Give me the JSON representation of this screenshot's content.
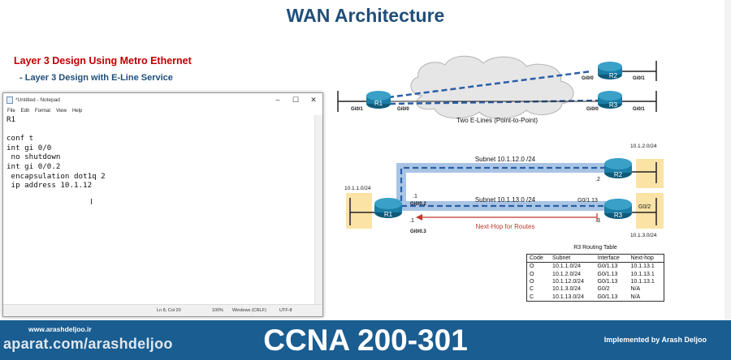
{
  "slide": {
    "title": "WAN Architecture",
    "heading1": "Layer 3 Design Using Metro Ethernet",
    "heading2": "- Layer 3 Design with E-Line Service"
  },
  "notepad": {
    "title": "*Untitled - Notepad",
    "controls": {
      "minimize": "–",
      "maximize": "☐",
      "close": "✕"
    },
    "menu": [
      "File",
      "Edit",
      "Format",
      "View",
      "Help"
    ],
    "lines": [
      "R1",
      "",
      "conf t",
      "int gi 0/0",
      " no shutdown",
      "int gi 0/0.2",
      " encapsulation dot1q 2",
      " ip address 10.1.12"
    ],
    "status": {
      "position": "Ln 8, Col 20",
      "zoom": "100%",
      "eol": "Windows (CRLF)",
      "encoding": "UTF-8"
    }
  },
  "diagram_top": {
    "r1": "R1",
    "r2": "R2",
    "r3": "R3",
    "r1_gi01": "Gi0/1",
    "r1_gi00": "Gi0/0",
    "r2_gi00": "Gi0/0",
    "r2_gi01": "Gi0/1",
    "r3_gi00": "Gi0/0",
    "r3_gi01": "Gi0/1",
    "caption": "Two E-Lines (Point-to-Point)"
  },
  "diagram_bottom": {
    "r1": "R1",
    "r2": "R2",
    "r3": "R3",
    "subnet_a": "Subnet 10.1.12.0 /24",
    "subnet_b": "Subnet 10.1.13.0 /24",
    "lan_r1": "10.1.1.0/24",
    "lan_r2": "10.1.2.0/24",
    "lan_r3": "10.1.3.0/24",
    "r1_dot1_top": ".1",
    "r1_gi002": "Gi0/0.2",
    "r1_dot1_bottom": ".1",
    "r1_gi003": "Gi0/0.3",
    "r2_dot2": ".2",
    "r3_g0113": "G0/1.13",
    "r3_dot3": ".3",
    "r3_g02": "G0/2",
    "nexthop": "Next-Hop for Routes"
  },
  "routing_table": {
    "title": "R3 Routing Table",
    "headers": [
      "Code",
      "Subnet",
      "Interface",
      "Next-hop"
    ],
    "rows": [
      [
        "O",
        "10.1.1.0/24",
        "G0/1.13",
        "10.1.13.1"
      ],
      [
        "O",
        "10.1.2.0/24",
        "G0/1.13",
        "10.1.13.1"
      ],
      [
        "O",
        "10.1.12.0/24",
        "G0/1.13",
        "10.1.13.1"
      ],
      [
        "C",
        "10.1.3.0/24",
        "G0/2",
        "N/A"
      ],
      [
        "C",
        "10.1.13.0/24",
        "G0/1.13",
        "N/A"
      ]
    ]
  },
  "banner": {
    "site": "www.arashdeljoo.ir",
    "watermark": "aparat.com/arashdeljoo",
    "course": "CCNA 200-301",
    "author": "Implemented by Arash Deljoo"
  },
  "colors": {
    "title_blue": "#1f4e79",
    "heading_red": "#c00000",
    "banner_blue": "#1a5d91",
    "link_blue": "#2b5fa8",
    "lan_yellow": "#fbe3a6",
    "nexthop_red": "#c0392b"
  }
}
